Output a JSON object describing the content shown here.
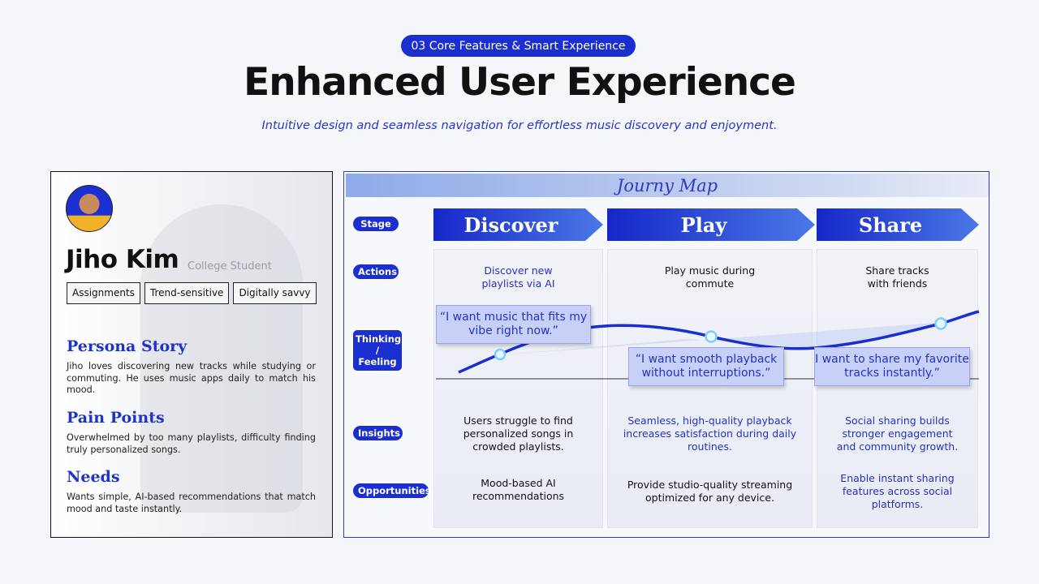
{
  "header": {
    "section_pill": "03 Core Features & Smart Experience",
    "title": "Enhanced User Experience",
    "subtitle": "Intuitive design and seamless navigation for effortless music discovery and enjoyment."
  },
  "persona": {
    "name": "Jiho Kim",
    "role": "College Student",
    "tags": [
      "Assignments",
      "Trend-sensitive",
      "Digitally savvy"
    ],
    "story_title": "Persona Story",
    "story": "Jiho loves discovering new tracks while studying or commuting. He uses music apps daily to match his mood.",
    "pain_title": "Pain Points",
    "pain": "Overwhelmed by too many playlists, difficulty finding truly personalized songs.",
    "needs_title": "Needs",
    "needs": "Wants simple, AI-based recommendations that match mood and taste instantly."
  },
  "journey": {
    "title": "Journy Map",
    "row_labels": {
      "stage": "Stage",
      "actions": "Actions",
      "thinking": "Thinking / Feeling",
      "insights": "Insights",
      "opportunities": "Opportunities"
    },
    "stages": [
      {
        "name": "Discover",
        "action": "Discover new playlists via AI",
        "quote": "“I want music that fits my vibe right now.”",
        "insight": "Users struggle to find personalized songs in crowded playlists.",
        "opportunity": "Mood-based AI recommendations"
      },
      {
        "name": "Play",
        "action": "Play music during commute",
        "quote": "“I want smooth playback without interruptions.”",
        "insight": "Seamless, high-quality playback increases satisfaction during daily routines.",
        "opportunity": "Provide studio-quality streaming optimized for any device."
      },
      {
        "name": "Share",
        "action": "Share tracks with friends",
        "quote": "I want to share my favorite tracks instantly.”",
        "insight": "Social sharing builds stronger engagement and community growth.",
        "opportunity": "Enable instant sharing features across social platforms."
      }
    ]
  },
  "colors": {
    "accent": "#1b2fd0"
  }
}
